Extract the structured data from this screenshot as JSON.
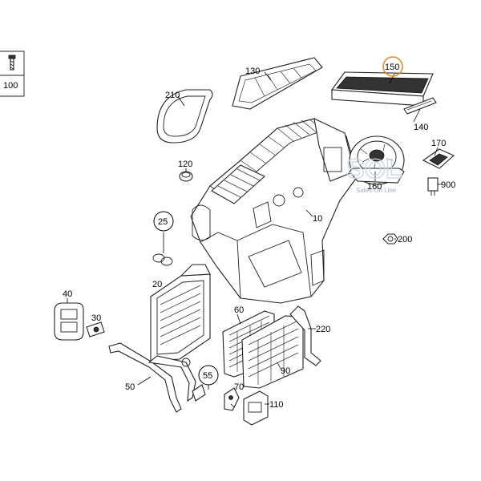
{
  "callouts": [
    {
      "id": "100",
      "text": "100"
    },
    {
      "id": "130",
      "text": "130"
    },
    {
      "id": "150",
      "text": "150"
    },
    {
      "id": "210",
      "text": "210"
    },
    {
      "id": "140",
      "text": "140"
    },
    {
      "id": "170",
      "text": "170"
    },
    {
      "id": "120",
      "text": "120"
    },
    {
      "id": "160",
      "text": "160"
    },
    {
      "id": "900",
      "text": "900"
    },
    {
      "id": "10",
      "text": "10"
    },
    {
      "id": "25",
      "text": "25"
    },
    {
      "id": "200",
      "text": "200"
    },
    {
      "id": "20",
      "text": "20"
    },
    {
      "id": "40",
      "text": "40"
    },
    {
      "id": "30",
      "text": "30"
    },
    {
      "id": "60",
      "text": "60"
    },
    {
      "id": "220",
      "text": "220"
    },
    {
      "id": "90",
      "text": "90"
    },
    {
      "id": "50",
      "text": "50"
    },
    {
      "id": "55",
      "text": "55"
    },
    {
      "id": "70",
      "text": "70"
    },
    {
      "id": "110",
      "text": "110"
    }
  ],
  "watermark": {
    "logo_text": "SOL",
    "tagline": "Sales On Line"
  },
  "colors": {
    "highlight_circle": "#e08a2c",
    "watermark": "#cfd6e4"
  }
}
